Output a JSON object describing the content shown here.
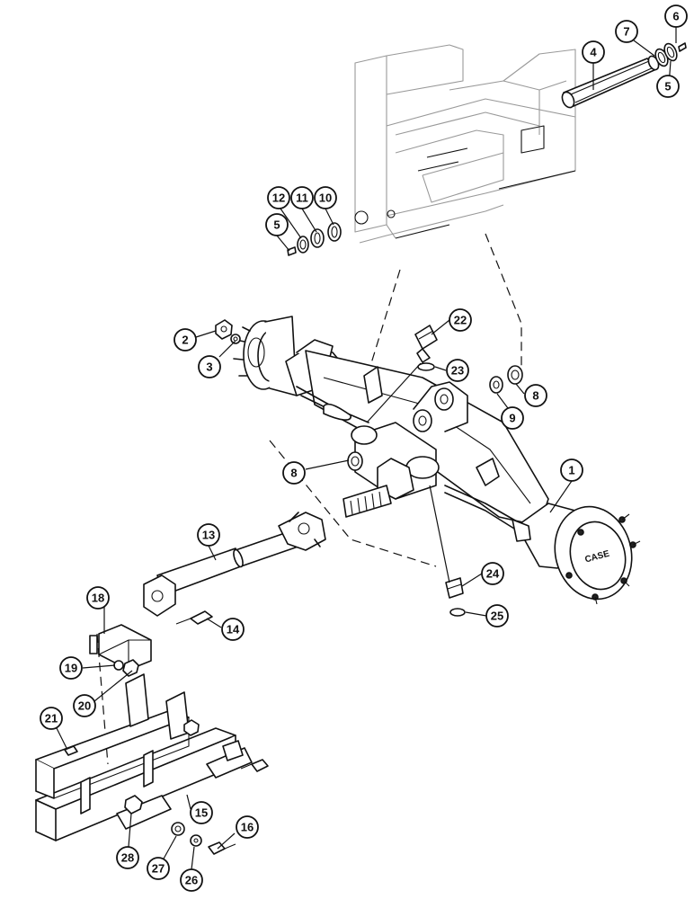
{
  "diagram": {
    "hub_logo": "CASE",
    "callouts": [
      {
        "id": "c1",
        "label": "1"
      },
      {
        "id": "c2",
        "label": "2"
      },
      {
        "id": "c3",
        "label": "3"
      },
      {
        "id": "c4",
        "label": "4"
      },
      {
        "id": "c5a",
        "label": "5"
      },
      {
        "id": "c5b",
        "label": "5"
      },
      {
        "id": "c6",
        "label": "6"
      },
      {
        "id": "c7",
        "label": "7"
      },
      {
        "id": "c8a",
        "label": "8"
      },
      {
        "id": "c8b",
        "label": "8"
      },
      {
        "id": "c9",
        "label": "9"
      },
      {
        "id": "c10",
        "label": "10"
      },
      {
        "id": "c11",
        "label": "11"
      },
      {
        "id": "c12",
        "label": "12"
      },
      {
        "id": "c13",
        "label": "13"
      },
      {
        "id": "c14",
        "label": "14"
      },
      {
        "id": "c15",
        "label": "15"
      },
      {
        "id": "c16",
        "label": "16"
      },
      {
        "id": "c18",
        "label": "18"
      },
      {
        "id": "c19",
        "label": "19"
      },
      {
        "id": "c20",
        "label": "20"
      },
      {
        "id": "c21",
        "label": "21"
      },
      {
        "id": "c22",
        "label": "22"
      },
      {
        "id": "c23",
        "label": "23"
      },
      {
        "id": "c24",
        "label": "24"
      },
      {
        "id": "c25",
        "label": "25"
      },
      {
        "id": "c26",
        "label": "26"
      },
      {
        "id": "c27",
        "label": "27"
      },
      {
        "id": "c28",
        "label": "28"
      }
    ]
  }
}
